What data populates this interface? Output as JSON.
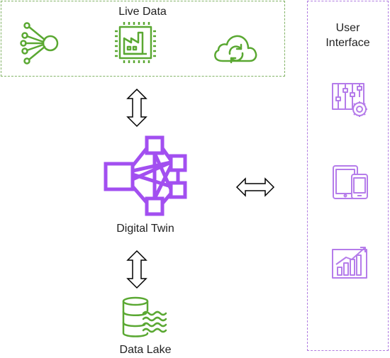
{
  "live_data": {
    "title": "Live Data"
  },
  "user_interface": {
    "title_line1": "User",
    "title_line2": "Interface"
  },
  "digital_twin": {
    "label": "Digital Twin"
  },
  "data_lake": {
    "label": "Data Lake"
  },
  "colors": {
    "green": "#5aa832",
    "purple": "#a24ff0",
    "ui_purple": "#b57cea",
    "blue_green": "#2f8f4f",
    "arrow": "#000000"
  },
  "icons": [
    "distribution-node-icon",
    "iot-chip-factory-icon",
    "cloud-sync-icon",
    "sliders-settings-icon",
    "tablet-phone-icon",
    "growth-chart-icon",
    "database-stream-icon",
    "digital-twin-network-icon"
  ]
}
